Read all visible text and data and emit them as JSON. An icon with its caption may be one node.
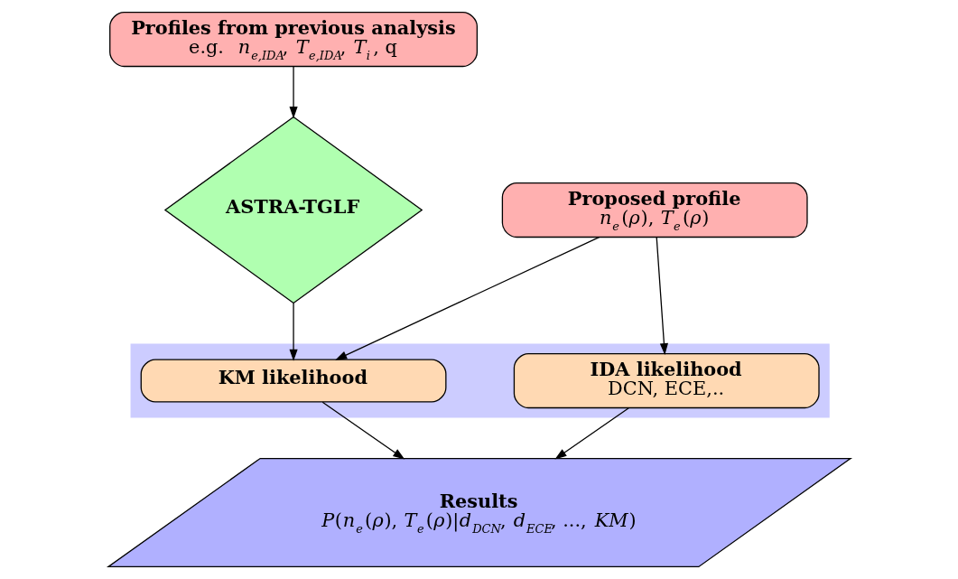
{
  "diagram": {
    "nodes": [
      {
        "text": [
          "Profiles from previous analysis",
          "e.g.  *n*$_{e,IDA}$, *T*$_{e,IDA}$, *T*$_{i}$, q"
        ]
      },
      {
        "text": [
          "ASTRA-TGLF"
        ]
      },
      {
        "text": [
          "Proposed profile",
          "*n*$_{e}$(*ρ*), *T*$_{e}$(*ρ*)"
        ]
      },
      {
        "text": [],
        "shape": "band"
      },
      {
        "text": [
          "IDA likelihood",
          "DCN, ECE,.."
        ],
        "in": 3
      },
      {
        "text": [
          "KM likelihood"
        ],
        "in": 3
      },
      {
        "text": [
          "Results",
          "*P*(*n*$_{e}$(*ρ*), *T*$_{e}$(*ρ*)|*d*$_{DCN}$, *d*$_{ECE}$, ..., *KM*)"
        ]
      }
    ],
    "edges": [
      {
        "from": 0,
        "to": 1,
        "arrow": "to"
      },
      {
        "from": 1,
        "to": 5,
        "arrow": "to"
      },
      {
        "from": 2,
        "to": 4,
        "arrow": "to"
      },
      {
        "from": 2,
        "to": 5,
        "arrow": "to"
      },
      {
        "from": 4,
        "to": 6,
        "arrow": "to"
      },
      {
        "from": 5,
        "to": 6,
        "arrow": "to"
      }
    ]
  }
}
